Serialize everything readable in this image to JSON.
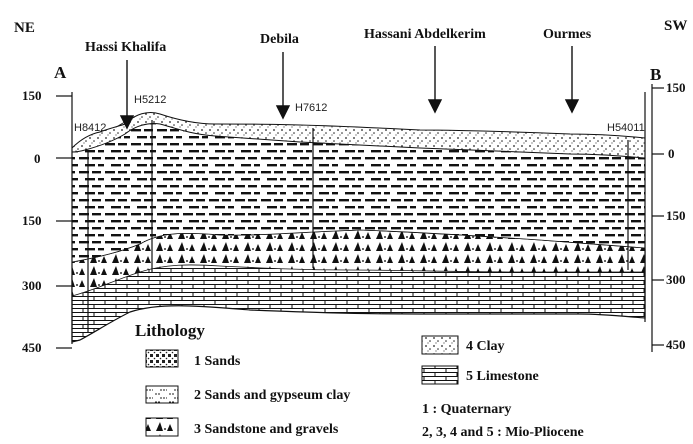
{
  "corners": {
    "left": "NE",
    "right": "SW"
  },
  "section_points": {
    "start": "A",
    "end": "B"
  },
  "locations": [
    {
      "name": "Hassi Khalifa"
    },
    {
      "name": "Debila"
    },
    {
      "name": "Hassani Abdelkerim"
    },
    {
      "name": "Ourmes"
    }
  ],
  "wells": [
    "H8412",
    "H5212",
    "H7612",
    "H54011"
  ],
  "left_axis_ticks": [
    "150",
    "0",
    "150",
    "300",
    "450"
  ],
  "right_axis_ticks": [
    "150",
    "0",
    "150",
    "300",
    "450"
  ],
  "legend": {
    "title": "Lithology",
    "items": [
      {
        "label": "1 Sands",
        "pattern": "sands"
      },
      {
        "label": "2 Sands and gypseum clay",
        "pattern": "sands-gypsum-clay"
      },
      {
        "label": "3 Sandstone and gravels",
        "pattern": "sandstone-gravels"
      },
      {
        "label": "4 Clay",
        "pattern": "clay"
      },
      {
        "label": "5 Limestone",
        "pattern": "limestone"
      }
    ],
    "notes": [
      "1 : Quaternary",
      "2, 3, 4 and 5 : Mio-Pliocene"
    ]
  }
}
